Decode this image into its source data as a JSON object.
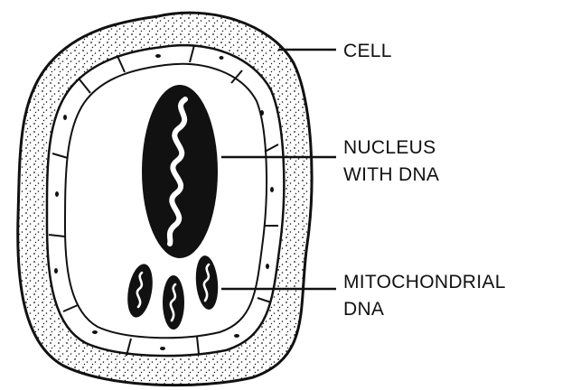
{
  "colors": {
    "ink": "#111111",
    "paper": "#ffffff"
  },
  "labels": {
    "cell": "CELL",
    "nucleus": {
      "line1": "NUCLEUS",
      "line2": "WITH DNA"
    },
    "mitochondria": {
      "line1": "MITOCHONDRIAL",
      "line2": "DNA"
    }
  }
}
